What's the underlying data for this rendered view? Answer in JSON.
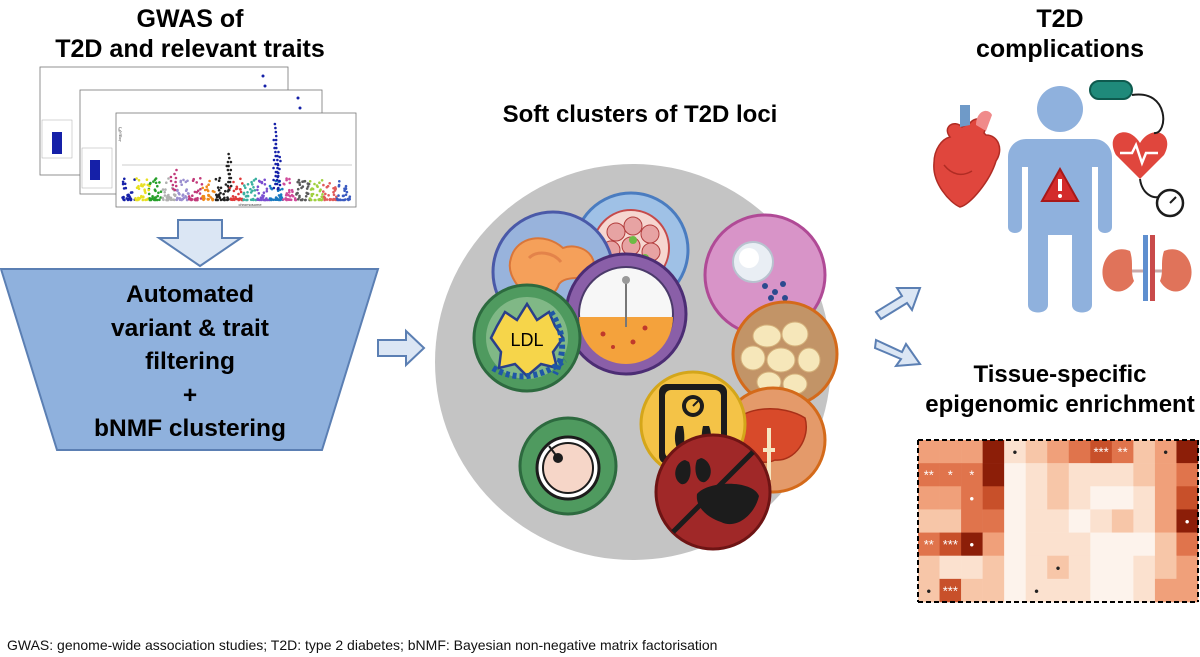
{
  "gwas": {
    "title_line1": "GWAS of",
    "title_line2": "T2D and relevant traits",
    "plot_ylabel": "-log₁₀(P)",
    "plot_xlabel": "chromosome"
  },
  "pipeline": {
    "line1": "Automated",
    "line2": "variant & trait",
    "line3": "filtering",
    "line4": "+",
    "line5": "bNMF clustering"
  },
  "clusters": {
    "title": "Soft clusters of T2D loci",
    "ldl_label": "LDL"
  },
  "complications": {
    "title_line1": "T2D",
    "title_line2": "complications"
  },
  "epigenomic": {
    "title_line1": "Tissue-specific",
    "title_line2": "epigenomic enrichment"
  },
  "heatmap": {
    "rows": 7,
    "cols": 13,
    "annotations": [
      {
        "r": 0,
        "c": 4,
        "text": "•"
      },
      {
        "r": 0,
        "c": 8,
        "text": "***"
      },
      {
        "r": 0,
        "c": 9,
        "text": "**"
      },
      {
        "r": 0,
        "c": 11,
        "text": "•"
      },
      {
        "r": 1,
        "c": 0,
        "text": "**"
      },
      {
        "r": 1,
        "c": 1,
        "text": "*"
      },
      {
        "r": 1,
        "c": 2,
        "text": "*"
      },
      {
        "r": 2,
        "c": 2,
        "text": "•"
      },
      {
        "r": 3,
        "c": 12,
        "text": "•"
      },
      {
        "r": 4,
        "c": 0,
        "text": "**"
      },
      {
        "r": 4,
        "c": 1,
        "text": "***"
      },
      {
        "r": 4,
        "c": 2,
        "text": "•"
      },
      {
        "r": 5,
        "c": 6,
        "text": "•"
      },
      {
        "r": 6,
        "c": 0,
        "text": "•"
      },
      {
        "r": 6,
        "c": 1,
        "text": "***"
      },
      {
        "r": 6,
        "c": 5,
        "text": "•"
      }
    ]
  },
  "footer": "GWAS: genome-wide association studies; T2D: type 2 diabetes; bNMF: Bayesian non-negative matrix factorisation",
  "colors": {
    "funnel_fill": "#8fb1dd",
    "arrow_fill": "#dbe6f4",
    "arrow_stroke": "#5b7fb3",
    "cluster_bg": "#c4c4c4",
    "person": "#8fb1dd",
    "heat_max": "#7b1a08"
  },
  "icons": [
    "manhattan-plot-icon",
    "pancreas-icon",
    "islet-cells-icon",
    "pill-icon",
    "adipocyte-icon",
    "ldl-particle-icon",
    "beta-cell-icon",
    "weight-scale-icon",
    "liver-icon",
    "kidney-liver-no-icon",
    "ovum-icon",
    "person-icon",
    "warning-icon",
    "heart-icon",
    "blood-pressure-icon",
    "kidney-icon"
  ]
}
